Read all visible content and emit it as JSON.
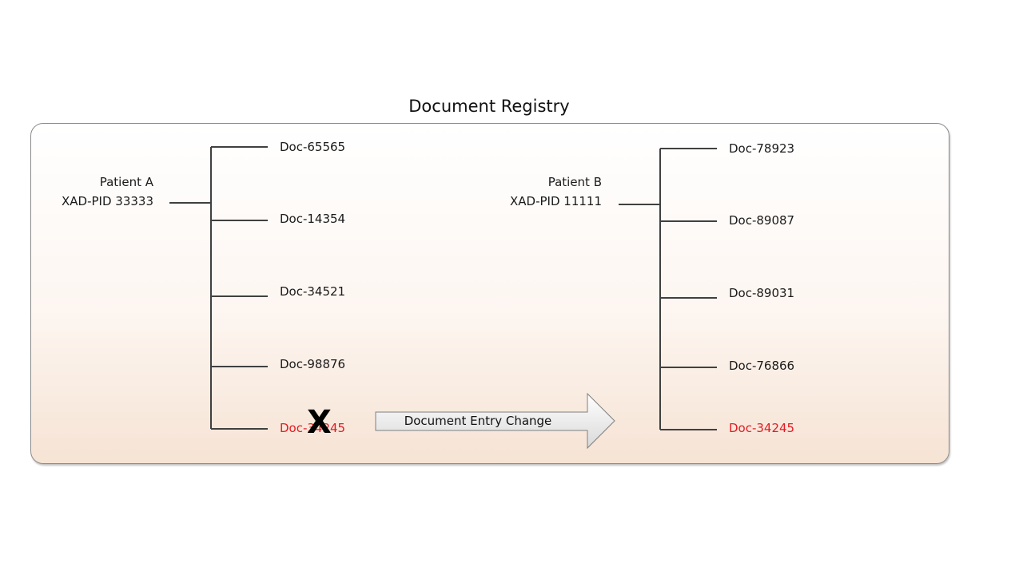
{
  "title": "Document Registry",
  "patient_a": {
    "name": "Patient A",
    "pid": "XAD-PID 33333",
    "documents": [
      "Doc-65565",
      "Doc-14354",
      "Doc-34521",
      "Doc-98876",
      "Doc-34245"
    ]
  },
  "patient_b": {
    "name": "Patient B",
    "pid": "XAD-PID 11111",
    "documents": [
      "Doc-78923",
      "Doc-89087",
      "Doc-89031",
      "Doc-76866",
      "Doc-34245"
    ]
  },
  "arrow_label": "Document Entry Change",
  "strike_mark": "X",
  "colors": {
    "highlight": "#e31b23",
    "line": "#404040",
    "box_gradient_bottom": "#f6e3d4"
  }
}
